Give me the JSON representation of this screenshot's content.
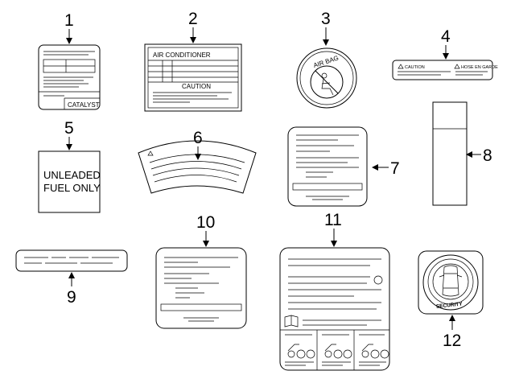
{
  "callouts": [
    "1",
    "2",
    "3",
    "4",
    "5",
    "6",
    "7",
    "8",
    "9",
    "10",
    "11",
    "12"
  ],
  "labels": {
    "catalyst": "CATALYST",
    "air_conditioner": "AIR CONDITIONER",
    "caution": "CAUTION",
    "air_bag": "AIR BAG",
    "caution_small": "CAUTION",
    "hose_en_garde": "HOSE EN GARDE",
    "unleaded_line1": "UNLEADED",
    "unleaded_line2": "FUEL ONLY",
    "security": "SECURITY"
  }
}
